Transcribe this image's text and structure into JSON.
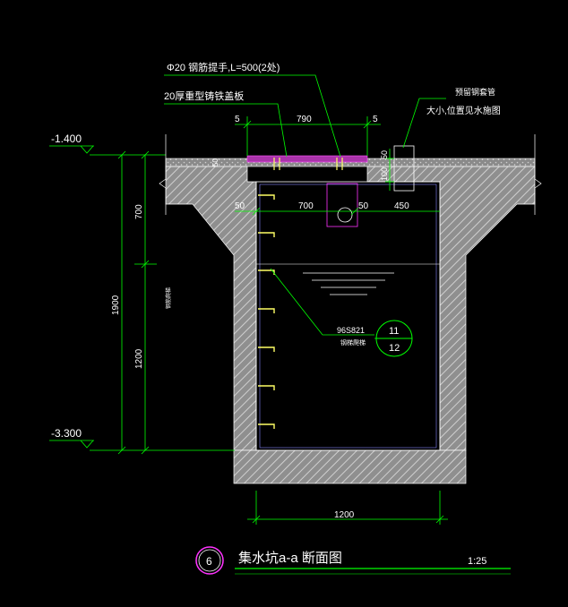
{
  "labels": {
    "rebar_handle": "Φ20 钢筋提手,L=500(2处)",
    "cover_plate": "20厚重型铸铁盖板",
    "sleeve_title": "预留钢套管",
    "sleeve_note": "大小,位置见水施图",
    "dim_top_5_left": "5",
    "dim_top_790": "790",
    "dim_top_5_right": "5",
    "dim_50_small": "50",
    "dim_100": "100",
    "dim_50_vert": "50",
    "dim_50_left": "50",
    "dim_700_h": "700",
    "dim_50_mid": "50",
    "dim_450": "450",
    "elev_top": "-1.400",
    "elev_bottom": "-3.300",
    "dim_700_v": "700",
    "dim_1900": "1900",
    "dim_1200_v": "1200",
    "dim_1200_bottom": "1200",
    "std_code": "96S821",
    "ladder_note": "钢梯爬梯",
    "ref_top": "11",
    "ref_bottom": "12",
    "vert_note": "钢筋爬梯",
    "section_number": "6",
    "section_title": "集水坑a-a 断面图",
    "scale": "1:25"
  },
  "colors": {
    "background": "#000000",
    "concrete": "#d8d8d8",
    "dimension": "#00ff00",
    "wall_line": "#ffffff",
    "title_circle": "#ff33ff",
    "ladder": "#ffff33",
    "pipe": "#ff33ff"
  }
}
